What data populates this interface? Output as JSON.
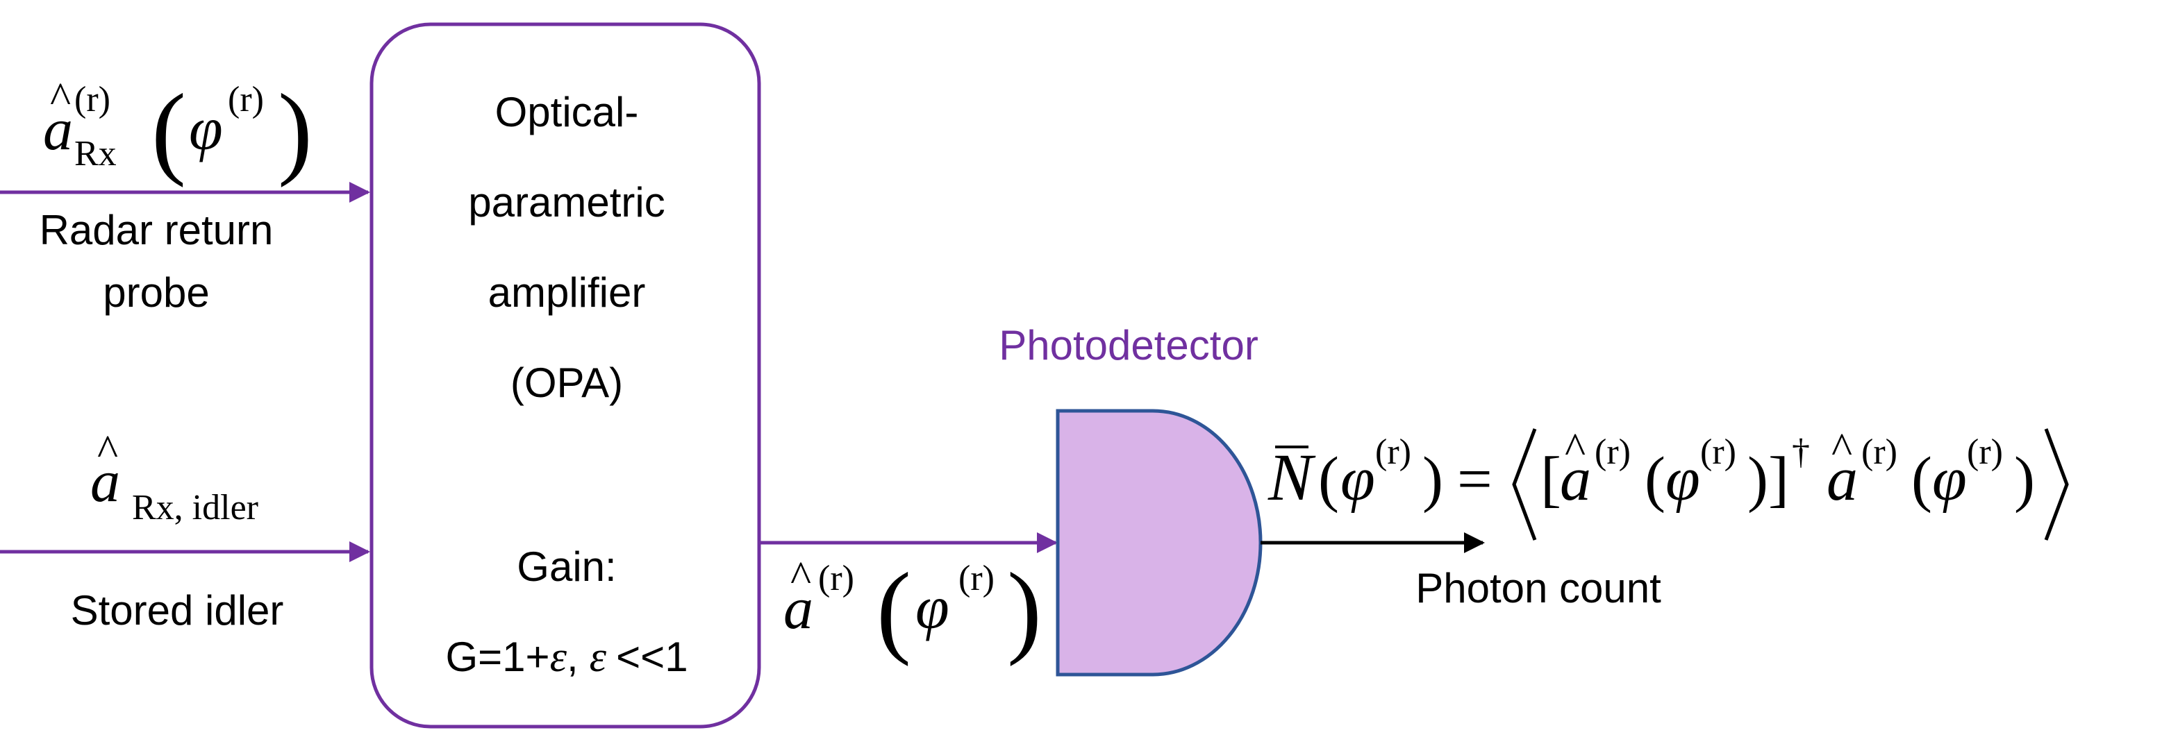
{
  "colors": {
    "accent": "#7030A0",
    "detector_fill": "#D9B3E8",
    "detector_stroke": "#2E5597",
    "text": "#000000",
    "background": "#FFFFFF"
  },
  "inputs": {
    "probe": {
      "symbol_base": "a",
      "symbol_sub": "Rx",
      "symbol_sup": "(r)",
      "arg_symbol": "φ",
      "arg_sup": "(r)",
      "label_line1": "Radar return",
      "label_line2": "probe"
    },
    "idler": {
      "symbol_base": "a",
      "symbol_sub": "Rx, idler",
      "label": "Stored idler"
    }
  },
  "opa": {
    "label_lines": [
      "Optical-",
      "parametric",
      "amplifier",
      "(OPA)"
    ],
    "gain_title": "Gain:",
    "gain_formula_prefix": "G=1+",
    "gain_eps1": "ε",
    "gain_sep": ",",
    "gain_eps2": "ε",
    "gain_suffix": "<<1"
  },
  "signal": {
    "symbol_base": "a",
    "symbol_sup": "(r)",
    "arg_symbol": "φ",
    "arg_sup": "(r)"
  },
  "detector": {
    "title": "Photodetector"
  },
  "output": {
    "lhs_symbol": "N",
    "lhs_arg": "φ",
    "sup": "(r)",
    "equals": "=",
    "dagger": "†",
    "a_symbol": "a",
    "phi_symbol": "φ",
    "label": "Photon count"
  }
}
